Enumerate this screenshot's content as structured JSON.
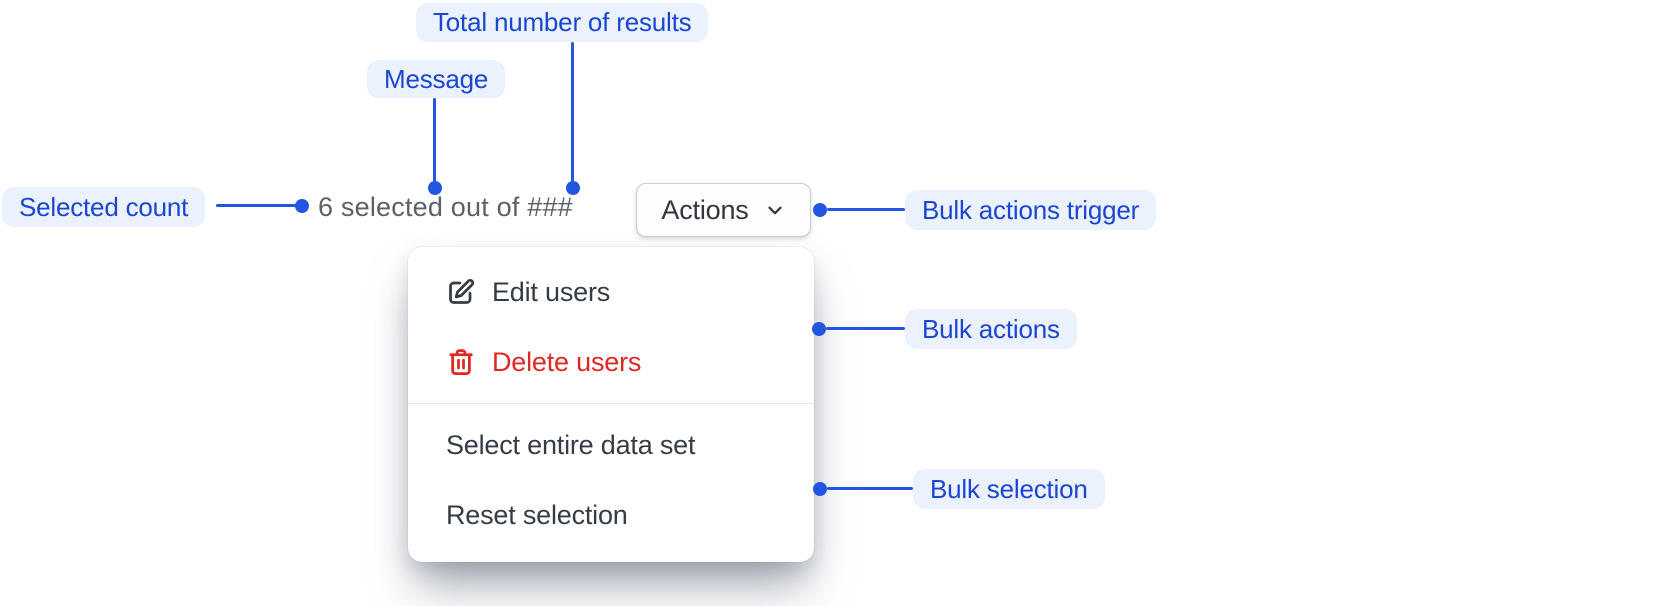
{
  "canvas": {
    "background": "#ffffff"
  },
  "colors": {
    "connector_blue": "#2356e0",
    "label_text_blue": "#1a46d2",
    "label_bg": "#ebf1fd",
    "danger_red": "#e02822",
    "menu_text": "#363c45",
    "muted_message_text": "#5b6167",
    "button_border": "#c9ccd2"
  },
  "annotations": {
    "selected_count": "Selected count",
    "message": "Message",
    "total_results": "Total number of results",
    "bulk_actions_trigger": "Bulk actions trigger",
    "bulk_actions": "Bulk actions",
    "bulk_selection": "Bulk selection"
  },
  "bulk_bar": {
    "message": "6 selected out of ###",
    "actions_button": "Actions"
  },
  "menu": {
    "items": [
      {
        "label": "Edit users",
        "icon": "edit-icon",
        "variant": "default"
      },
      {
        "label": "Delete users",
        "icon": "trash-icon",
        "variant": "danger"
      },
      {
        "label": "Select entire data set",
        "icon": "none",
        "variant": "default"
      },
      {
        "label": "Reset selection",
        "icon": "none",
        "variant": "default"
      }
    ]
  }
}
